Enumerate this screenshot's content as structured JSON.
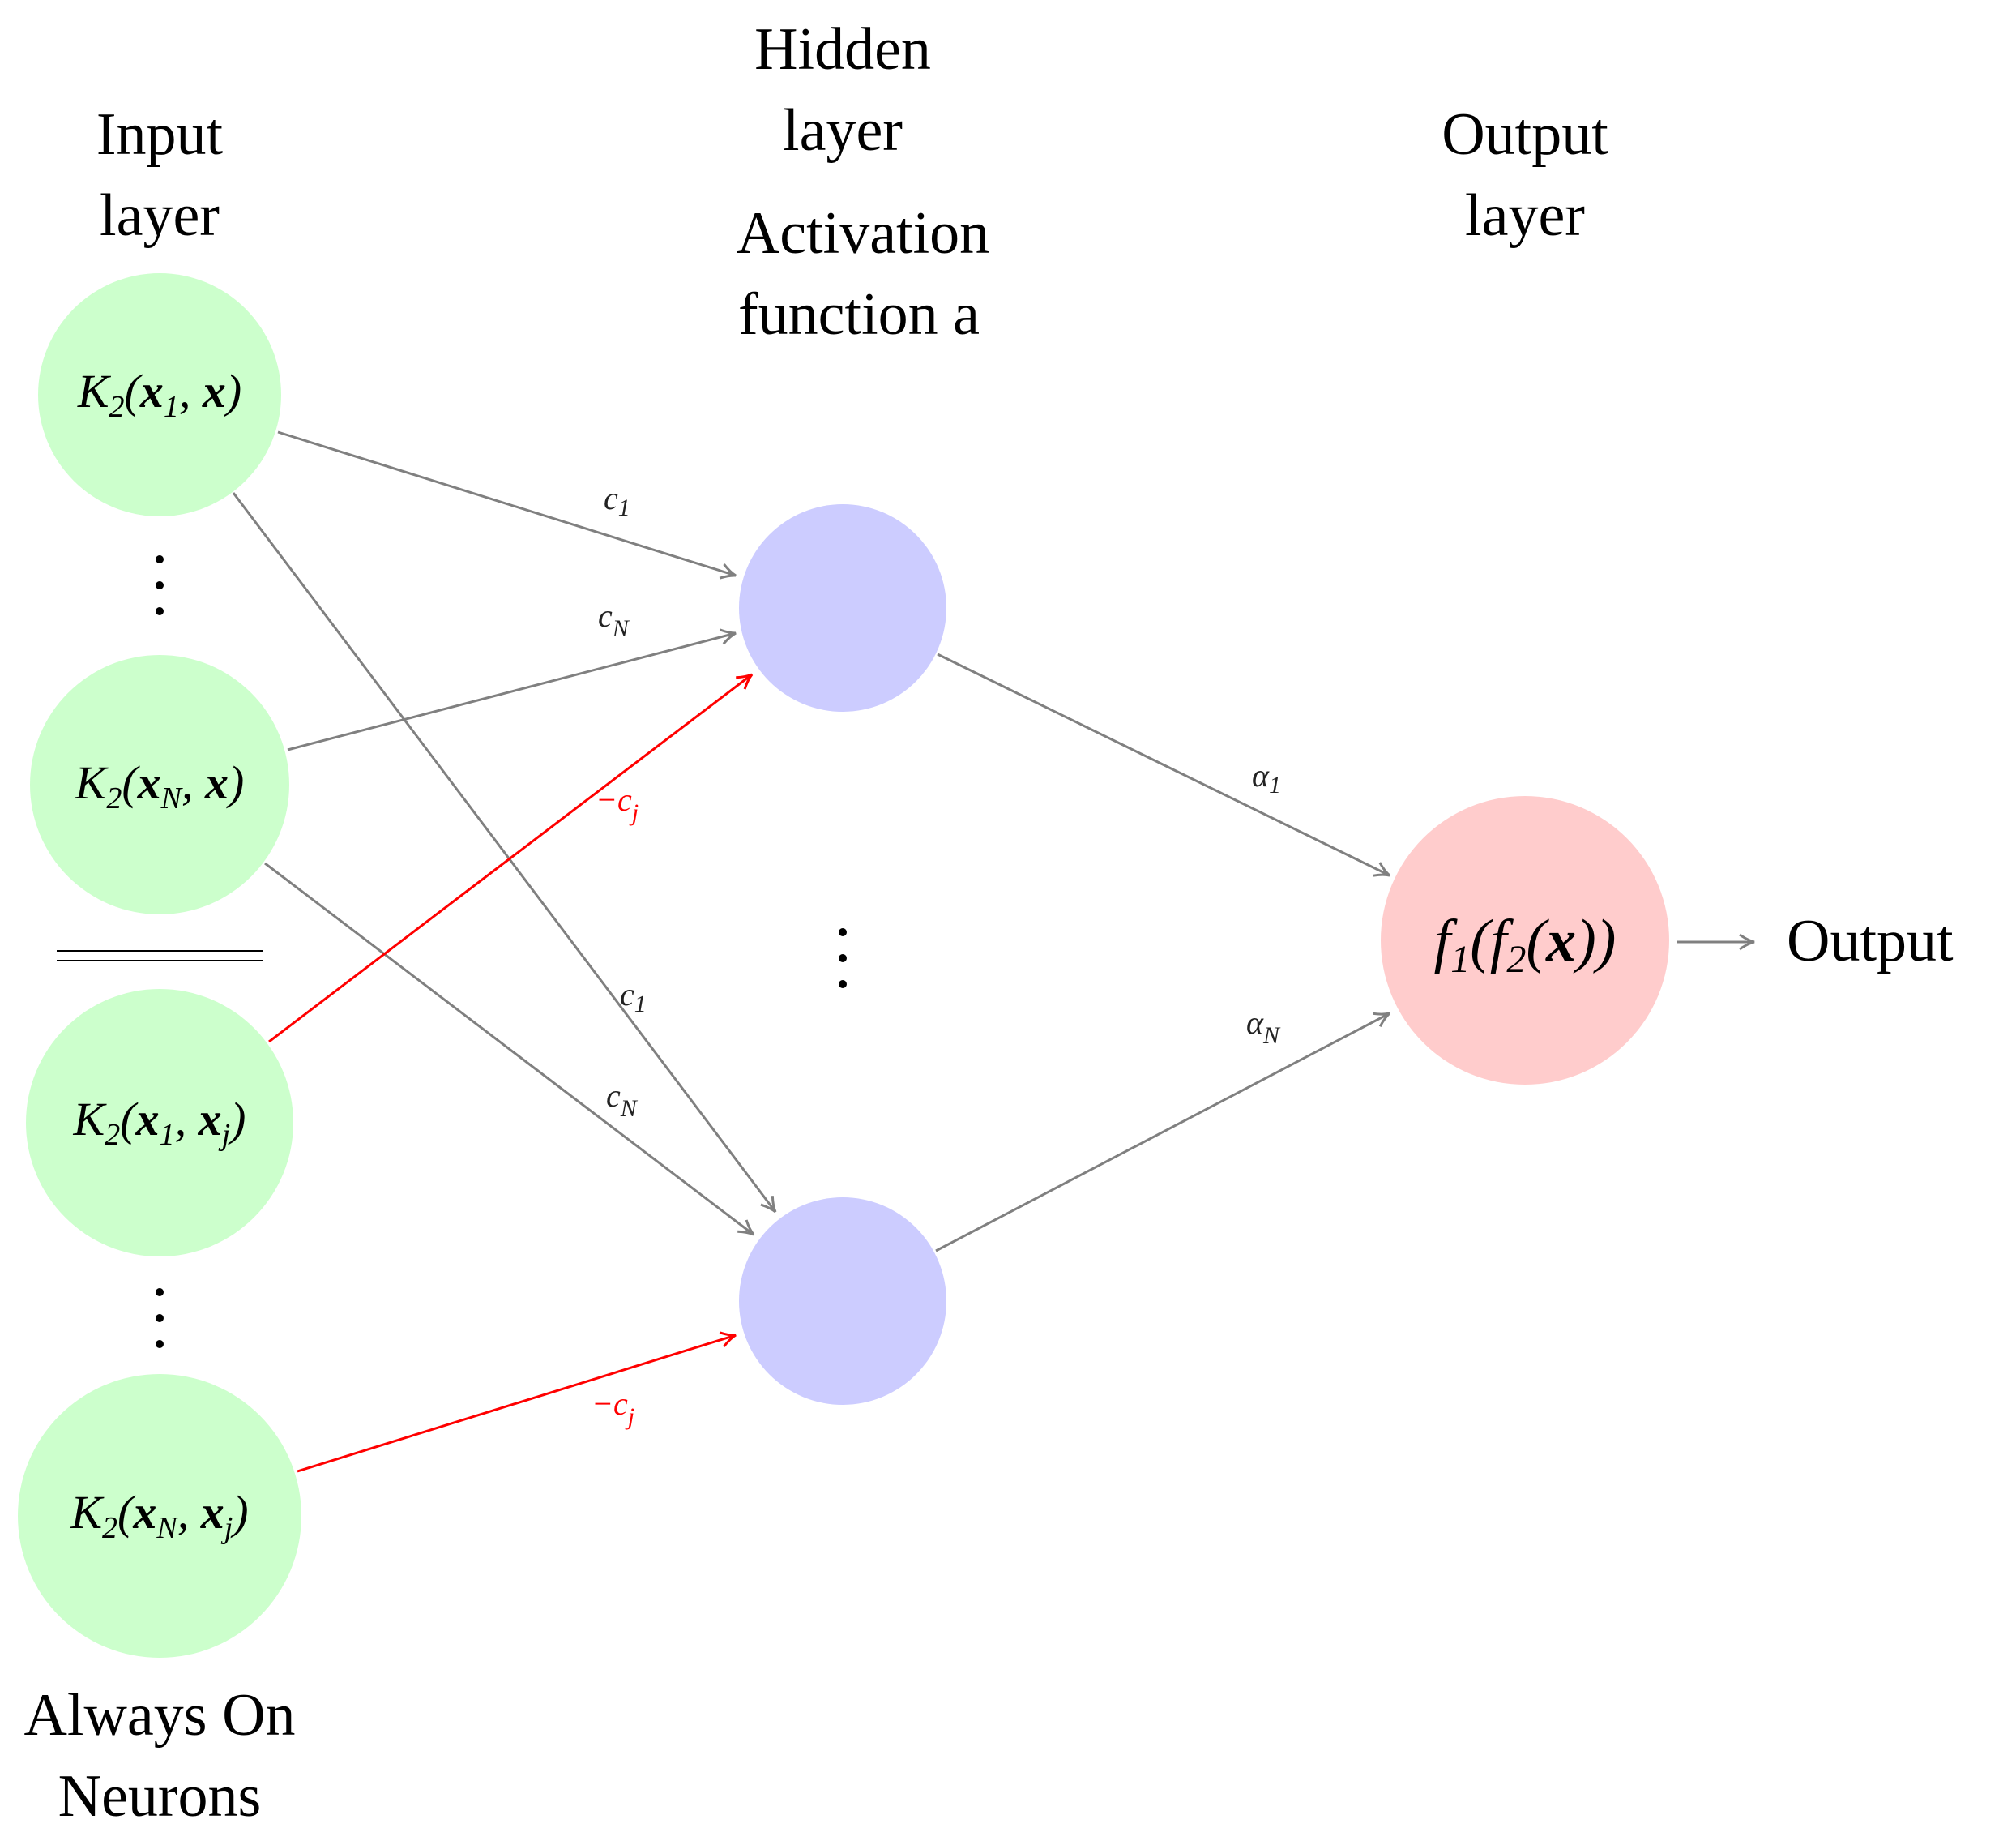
{
  "headings": {
    "input_layer": [
      "Input",
      "layer"
    ],
    "hidden_layer": [
      "Hidden",
      "layer"
    ],
    "activation": [
      "Activation",
      "function a"
    ],
    "output_layer": [
      "Output",
      "layer"
    ],
    "always_on": [
      "Always On",
      "Neurons"
    ],
    "output_text": "Output"
  },
  "input_nodes": [
    {
      "k": "K",
      "sub": "2",
      "a": "x",
      "a_sub": "1",
      "b": "x",
      "b_sub": ""
    },
    {
      "k": "K",
      "sub": "2",
      "a": "x",
      "a_sub": "N",
      "b": "x",
      "b_sub": ""
    },
    {
      "k": "K",
      "sub": "2",
      "a": "x",
      "a_sub": "1",
      "b": "x",
      "b_sub": "j"
    },
    {
      "k": "K",
      "sub": "2",
      "a": "x",
      "a_sub": "N",
      "b": "x",
      "b_sub": "j"
    }
  ],
  "output_node": {
    "text": "f1(f2(x))"
  },
  "edge_labels": {
    "c1_top": {
      "main": "c",
      "sub": "1"
    },
    "cN_top": {
      "main": "c",
      "sub": "N"
    },
    "c1_bottom": {
      "main": "c",
      "sub": "1"
    },
    "cN_bottom": {
      "main": "c",
      "sub": "N"
    },
    "neg_cj_top": {
      "main": "−c",
      "sub": "j"
    },
    "neg_cj_bottom": {
      "main": "−c",
      "sub": "j"
    },
    "alpha1": {
      "main": "α",
      "sub": "1"
    },
    "alphaN": {
      "main": "α",
      "sub": "N"
    }
  },
  "colors": {
    "input_fill": "#ccffcc",
    "hidden_fill": "#ccccff",
    "output_fill": "#ffcccc",
    "edge_gray": "#808080",
    "edge_red": "#ff0000"
  }
}
